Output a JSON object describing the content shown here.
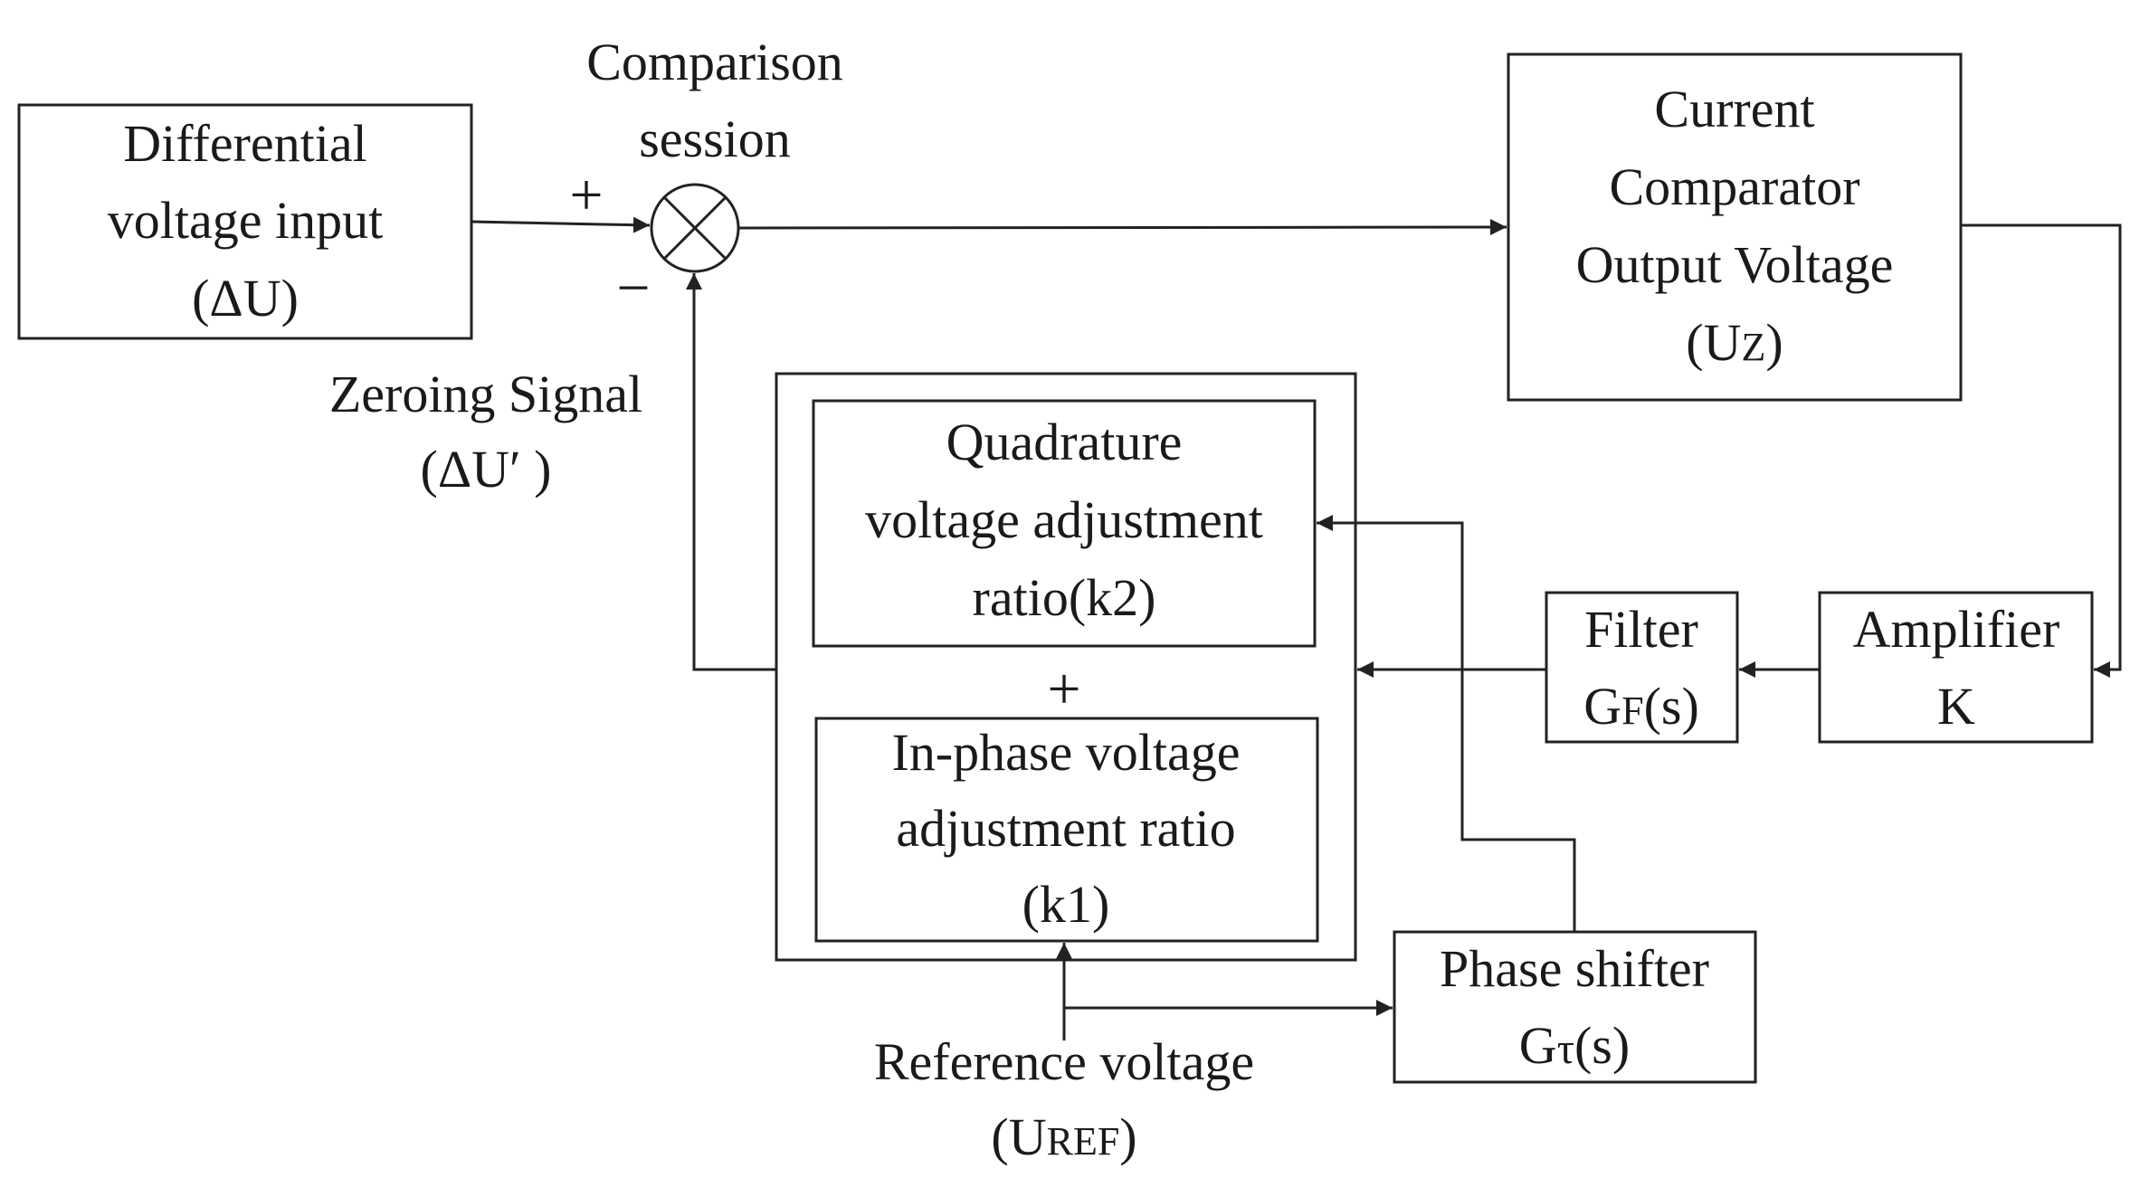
{
  "blocks": {
    "differential_input": {
      "lines": [
        "Differential",
        "voltage input",
        "(ΔU)"
      ]
    },
    "comparison": {
      "lines": [
        "Comparison",
        "session"
      ],
      "plus": "+",
      "minus": "−"
    },
    "current_comparator": {
      "lines": [
        "Current",
        "Comparator",
        "Output Voltage"
      ],
      "symbol_main": "U",
      "symbol_sub": "Z"
    },
    "zeroing_signal": {
      "lines": [
        "Zeroing Signal",
        "(ΔU′ )"
      ]
    },
    "quadrature": {
      "lines": [
        "Quadrature",
        "voltage adjustment",
        "ratio(k2)"
      ]
    },
    "adjust_plus": "+",
    "in_phase": {
      "lines": [
        "In-phase voltage",
        "adjustment ratio",
        "(k1)"
      ]
    },
    "filter": {
      "title": "Filter",
      "symbol_main": "G",
      "symbol_sub": "F",
      "symbol_tail": "(s)"
    },
    "amplifier": {
      "lines": [
        "Amplifier",
        "K"
      ]
    },
    "phase_shifter": {
      "title": "Phase shifter",
      "symbol_main": "G",
      "symbol_sub": "τ",
      "symbol_tail": "(s)"
    },
    "reference": {
      "title": "Reference voltage",
      "symbol_main": "U",
      "symbol_sub": "REF"
    }
  },
  "colors": {
    "line": "#222222",
    "background": "#ffffff"
  }
}
